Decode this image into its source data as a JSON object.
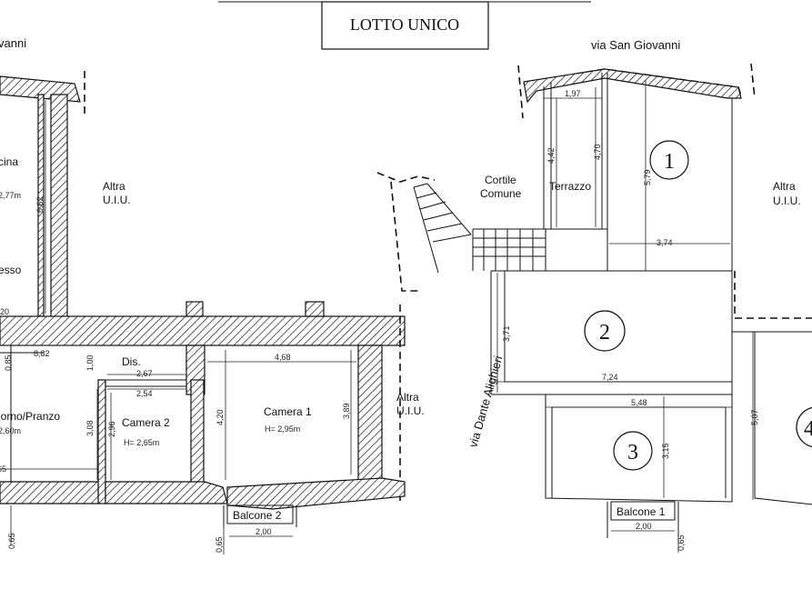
{
  "title": "LOTTO UNICO",
  "streets": {
    "top_left": "vanni",
    "top_right": "via San Giovanni",
    "side": "via Dante Alighieri"
  },
  "rooms_left": {
    "cucina": "cina",
    "cucina_h": "2,77m",
    "ingresso": "esso",
    "soggiorno": "iorno/Pranzo",
    "soggiorno_h": "2,60m",
    "dis": "Dis.",
    "camera2": "Camera 2",
    "camera2_h": "H= 2,65m",
    "camera1": "Camera 1",
    "camera1_h": "H= 2,95m",
    "balcone2": "Balcone 2",
    "altra_uiu_a": "Altra",
    "altra_uiu_b": "U.I.U."
  },
  "rooms_right": {
    "cortile_a": "Cortile",
    "cortile_b": "Comune",
    "terrazzo": "Terrazzo",
    "balcone1": "Balcone 1",
    "altra_uiu_a": "Altra",
    "altra_uiu_b": "U.I.U."
  },
  "markers": [
    "1",
    "2",
    "3",
    "4"
  ],
  "dims_left": {
    "d662": "6,62",
    "d882": "8,82",
    "d20": "20",
    "d085": "0,85",
    "d100": "1,00",
    "d267": "2,67",
    "d254": "2,54",
    "d308": "3,08",
    "d296": "2,96",
    "d468": "4,68",
    "d420": "4,20",
    "d389": "3,89",
    "d200": "2,00",
    "d065a": "0,65",
    "d065b": "0,65",
    "d65": "65"
  },
  "dims_right": {
    "d197": "1,97",
    "d442": "4,42",
    "d470": "4,70",
    "d579": "5,79",
    "d374": "3,74",
    "d371": "3,71",
    "d724": "7,24",
    "d548": "5,48",
    "d315": "3,15",
    "d507": "5,07",
    "d200": "2,00",
    "d065": "0,65"
  }
}
